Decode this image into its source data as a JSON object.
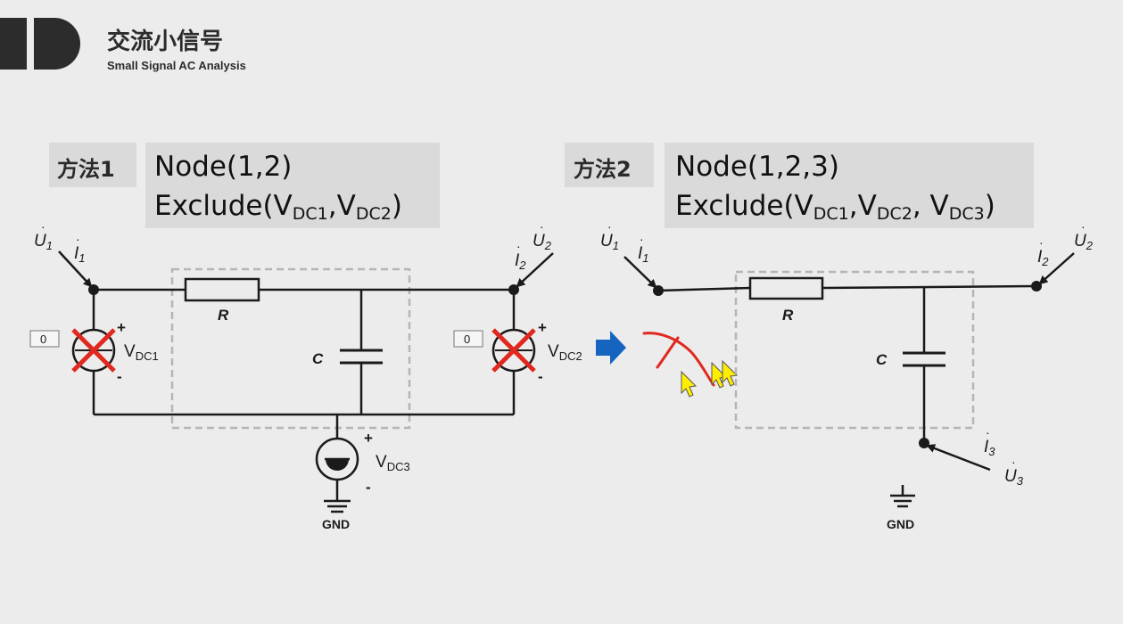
{
  "header": {
    "title_cn": "交流小信号",
    "title_en": "Small Signal AC Analysis"
  },
  "method1": {
    "label": "方法1",
    "node_cmd": "Node(1,2)",
    "exclude_prefix": "Exclude(V",
    "exclude_sub1": "DC1",
    "exclude_mid1": ",V",
    "exclude_sub2": "DC2",
    "exclude_suffix": ")"
  },
  "method2": {
    "label": "方法2",
    "node_cmd": "Node(1,2,3)",
    "exclude_prefix": "Exclude(V",
    "exclude_sub1": "DC1",
    "exclude_mid1": ",V",
    "exclude_sub2": "DC2",
    "exclude_mid2": ", V",
    "exclude_sub3": "DC3",
    "exclude_suffix": ")"
  },
  "circuit1": {
    "u1": "U",
    "u1_sub": "1",
    "i1": "I",
    "i1_sub": "1",
    "u2": "U",
    "u2_sub": "2",
    "i2": "I",
    "i2_sub": "2",
    "r_label": "R",
    "c_label": "C",
    "vdc1_main": "V",
    "vdc1_sub": "DC1",
    "vdc2_main": "V",
    "vdc2_sub": "DC2",
    "vdc3_main": "V",
    "vdc3_sub": "DC3",
    "plus": "+",
    "minus": "-",
    "gnd": "GND",
    "src1_value": "0",
    "src2_value": "0"
  },
  "circuit2": {
    "u1": "U",
    "u1_sub": "1",
    "i1": "I",
    "i1_sub": "1",
    "u2": "U",
    "u2_sub": "2",
    "i2": "I",
    "i2_sub": "2",
    "u3": "U",
    "u3_sub": "3",
    "i3": "I",
    "i3_sub": "3",
    "r_label": "R",
    "c_label": "C",
    "gnd": "GND"
  },
  "colors": {
    "wire": "#1a1a1a",
    "dashed_box": "#b5b5b5",
    "cross": "#e0281e",
    "arrow": "#1565c0",
    "cursor": "#ffee00",
    "panel": "#dadada"
  }
}
